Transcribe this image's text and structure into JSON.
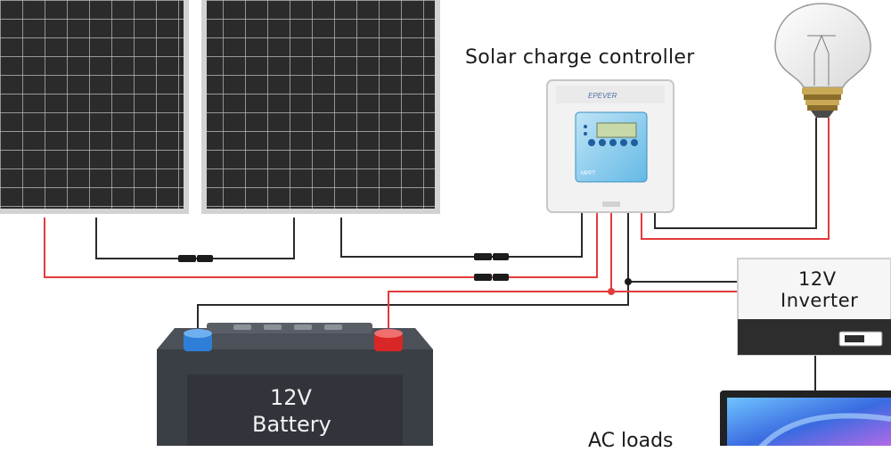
{
  "labels": {
    "controller": "Solar charge controller",
    "inverter_line1": "12V",
    "inverter_line2": "Inverter",
    "battery_line1": "12V",
    "battery_line2": "Battery",
    "ac_loads": "AC loads"
  },
  "controller_panel": {
    "brand": "EPEVER",
    "model_tag": "MPPT"
  },
  "colors": {
    "positive_wire": "#e23b3b",
    "negative_wire": "#2a2a2a",
    "panel_cell": "#2b2b2b",
    "panel_frame": "#c9c9c9",
    "battery_body": "#3a3e45",
    "controller_screen": "#3fa9e0",
    "terminal_positive": "#d92626",
    "terminal_negative": "#2f7fd8"
  },
  "components": [
    {
      "name": "solar-panel-1",
      "kind": "solar panel"
    },
    {
      "name": "solar-panel-2",
      "kind": "solar panel"
    },
    {
      "name": "charge-controller",
      "kind": "MPPT charge controller"
    },
    {
      "name": "light-bulb",
      "kind": "DC load"
    },
    {
      "name": "inverter",
      "kind": "12V inverter"
    },
    {
      "name": "battery",
      "kind": "12V battery"
    },
    {
      "name": "ac-loads",
      "kind": "AC loads (monitor)"
    }
  ]
}
